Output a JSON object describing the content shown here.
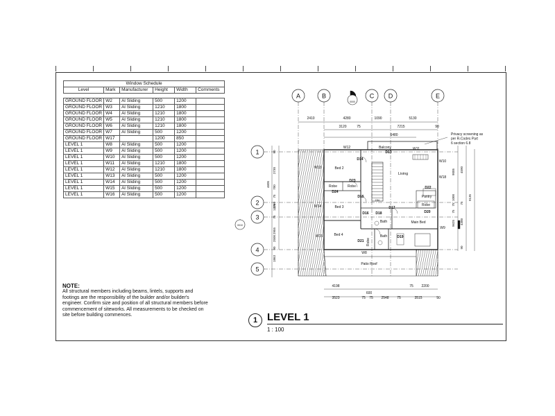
{
  "schedule": {
    "title": "Window Schedule",
    "headers": [
      "Level",
      "Mark",
      "Manufacturer",
      "Height",
      "Width",
      "Comments"
    ],
    "rows": [
      [
        "GROUND FLOOR",
        "W2",
        "Al Sliding",
        "500",
        "1200",
        ""
      ],
      [
        "GROUND FLOOR",
        "W3",
        "Al Sliding",
        "1210",
        "1800",
        ""
      ],
      [
        "GROUND FLOOR",
        "W4",
        "Al Sliding",
        "1210",
        "1800",
        ""
      ],
      [
        "GROUND FLOOR",
        "W5",
        "Al Sliding",
        "1210",
        "1800",
        ""
      ],
      [
        "GROUND FLOOR",
        "W6",
        "Al Sliding",
        "1210",
        "1800",
        ""
      ],
      [
        "GROUND FLOOR",
        "W7",
        "Al Sliding",
        "500",
        "1200",
        ""
      ],
      [
        "GROUND FLOOR",
        "W17",
        "",
        "1200",
        "850",
        ""
      ],
      [
        "LEVEL 1",
        "W8",
        "Al Sliding",
        "500",
        "1200",
        ""
      ],
      [
        "LEVEL 1",
        "W9",
        "Al Sliding",
        "500",
        "1200",
        ""
      ],
      [
        "LEVEL 1",
        "W10",
        "Al Sliding",
        "500",
        "1200",
        ""
      ],
      [
        "LEVEL 1",
        "W11",
        "Al Sliding",
        "1210",
        "1800",
        ""
      ],
      [
        "LEVEL 1",
        "W12",
        "Al Sliding",
        "1210",
        "1800",
        ""
      ],
      [
        "LEVEL 1",
        "W13",
        "Al Sliding",
        "500",
        "1200",
        ""
      ],
      [
        "LEVEL 1",
        "W14",
        "Al Sliding",
        "500",
        "1200",
        ""
      ],
      [
        "LEVEL 1",
        "W15",
        "Al Sliding",
        "500",
        "1200",
        ""
      ],
      [
        "LEVEL 1",
        "W16",
        "Al Sliding",
        "500",
        "1200",
        ""
      ]
    ]
  },
  "note": {
    "heading": "NOTE:",
    "body": "All structural members including beams, lintels, supports and footings are the responsibility of the builder and/or builder's engineer. Confirm size and position of all structural members before commencement of siteworks. All measurements to be checked on site before building commences."
  },
  "drawing": {
    "number": "1",
    "title": "LEVEL 1",
    "scale": "1 : 100"
  },
  "plan": {
    "grid_columns": [
      "A",
      "B",
      "C",
      "D",
      "E"
    ],
    "grid_rows": [
      "1",
      "2",
      "3",
      "4",
      "5"
    ],
    "section_marker_top": "0000",
    "section_marker_left": "0010",
    "top_dims_row1": [
      "2410",
      "4280",
      "1090",
      "5130"
    ],
    "top_dims_row2": [
      "3120",
      "75",
      "7215",
      "90"
    ],
    "top_dims_row3": [
      "6480"
    ],
    "left_dims": [
      "90",
      "2730",
      "4605",
      "700",
      "75",
      "1436",
      "2760",
      "75",
      "2955",
      "2500",
      "90",
      "1863"
    ],
    "right_dims": [
      "9005",
      "1000",
      "75",
      "75",
      "9625",
      "4590",
      "75",
      "4300",
      "9135",
      "90"
    ],
    "bottom_dims_row1": [
      "4198",
      "600",
      "75",
      "2200"
    ],
    "bottom_dims_row2": [
      "3523",
      "75",
      "75",
      "2548",
      "75",
      "3515",
      "90"
    ],
    "privacy_note": "Privacy screening as per R-Codes Part 6 section 6.8",
    "rooms": [
      "Balcony",
      "Living",
      "Bed 2",
      "Robe",
      "Robe",
      "Bed 3",
      "Pantry",
      "Robe",
      "Bath",
      "Main Bed",
      "Bed 4",
      "Bath",
      "Robe",
      "Patio Roof"
    ],
    "stair_label": "DN",
    "windows": [
      "W12",
      "W11",
      "W10",
      "W18",
      "W13",
      "W14",
      "W9",
      "W15",
      "W8"
    ],
    "doors": [
      "D14",
      "D13",
      "D23",
      "D24",
      "D15",
      "D22",
      "D17",
      "D20",
      "D16",
      "D18",
      "D19",
      "D21"
    ]
  }
}
